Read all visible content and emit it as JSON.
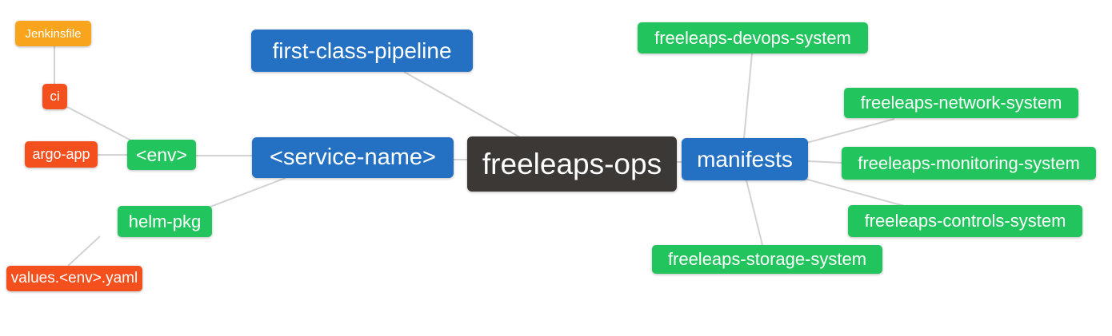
{
  "diagram": {
    "type": "mindmap",
    "root": {
      "label": "freeleaps-ops"
    },
    "nodes": {
      "jenkinsfile": {
        "label": "Jenkinsfile"
      },
      "ci": {
        "label": "ci"
      },
      "argo_app": {
        "label": "argo-app"
      },
      "env": {
        "label": "<env>"
      },
      "first_class_pipeline": {
        "label": "first-class-pipeline"
      },
      "service_name": {
        "label": "<service-name>"
      },
      "helm_pkg": {
        "label": "helm-pkg"
      },
      "values_env_yaml": {
        "label": "values.<env>.yaml"
      },
      "manifests": {
        "label": "manifests"
      },
      "devops_system": {
        "label": "freeleaps-devops-system"
      },
      "network_system": {
        "label": "freeleaps-network-system"
      },
      "monitoring_system": {
        "label": "freeleaps-monitoring-system"
      },
      "controls_system": {
        "label": "freeleaps-controls-system"
      },
      "storage_system": {
        "label": "freeleaps-storage-system"
      }
    },
    "links": [
      {
        "from": "Jenkinsfile",
        "to": "ci"
      },
      {
        "from": "ci",
        "to": "<env>"
      },
      {
        "from": "argo-app",
        "to": "<env>"
      },
      {
        "from": "<env>",
        "to": "<service-name>"
      },
      {
        "from": "first-class-pipeline",
        "to": "freeleaps-ops"
      },
      {
        "from": "<service-name>",
        "to": "freeleaps-ops"
      },
      {
        "from": "<service-name>",
        "to": "helm-pkg"
      },
      {
        "from": "helm-pkg",
        "to": "values.<env>.yaml"
      },
      {
        "from": "freeleaps-ops",
        "to": "manifests"
      },
      {
        "from": "manifests",
        "to": "freeleaps-devops-system"
      },
      {
        "from": "manifests",
        "to": "freeleaps-network-system"
      },
      {
        "from": "manifests",
        "to": "freeleaps-monitoring-system"
      },
      {
        "from": "manifests",
        "to": "freeleaps-controls-system"
      },
      {
        "from": "manifests",
        "to": "freeleaps-storage-system"
      }
    ],
    "colors": {
      "root_bg": "#3B3836",
      "blue_bg": "#2470C2",
      "green_bg": "#21C45D",
      "red_bg": "#F4501E",
      "amber_bg": "#F9A41D",
      "text": "#FFFFFF",
      "link": "#D2D2D2"
    }
  }
}
